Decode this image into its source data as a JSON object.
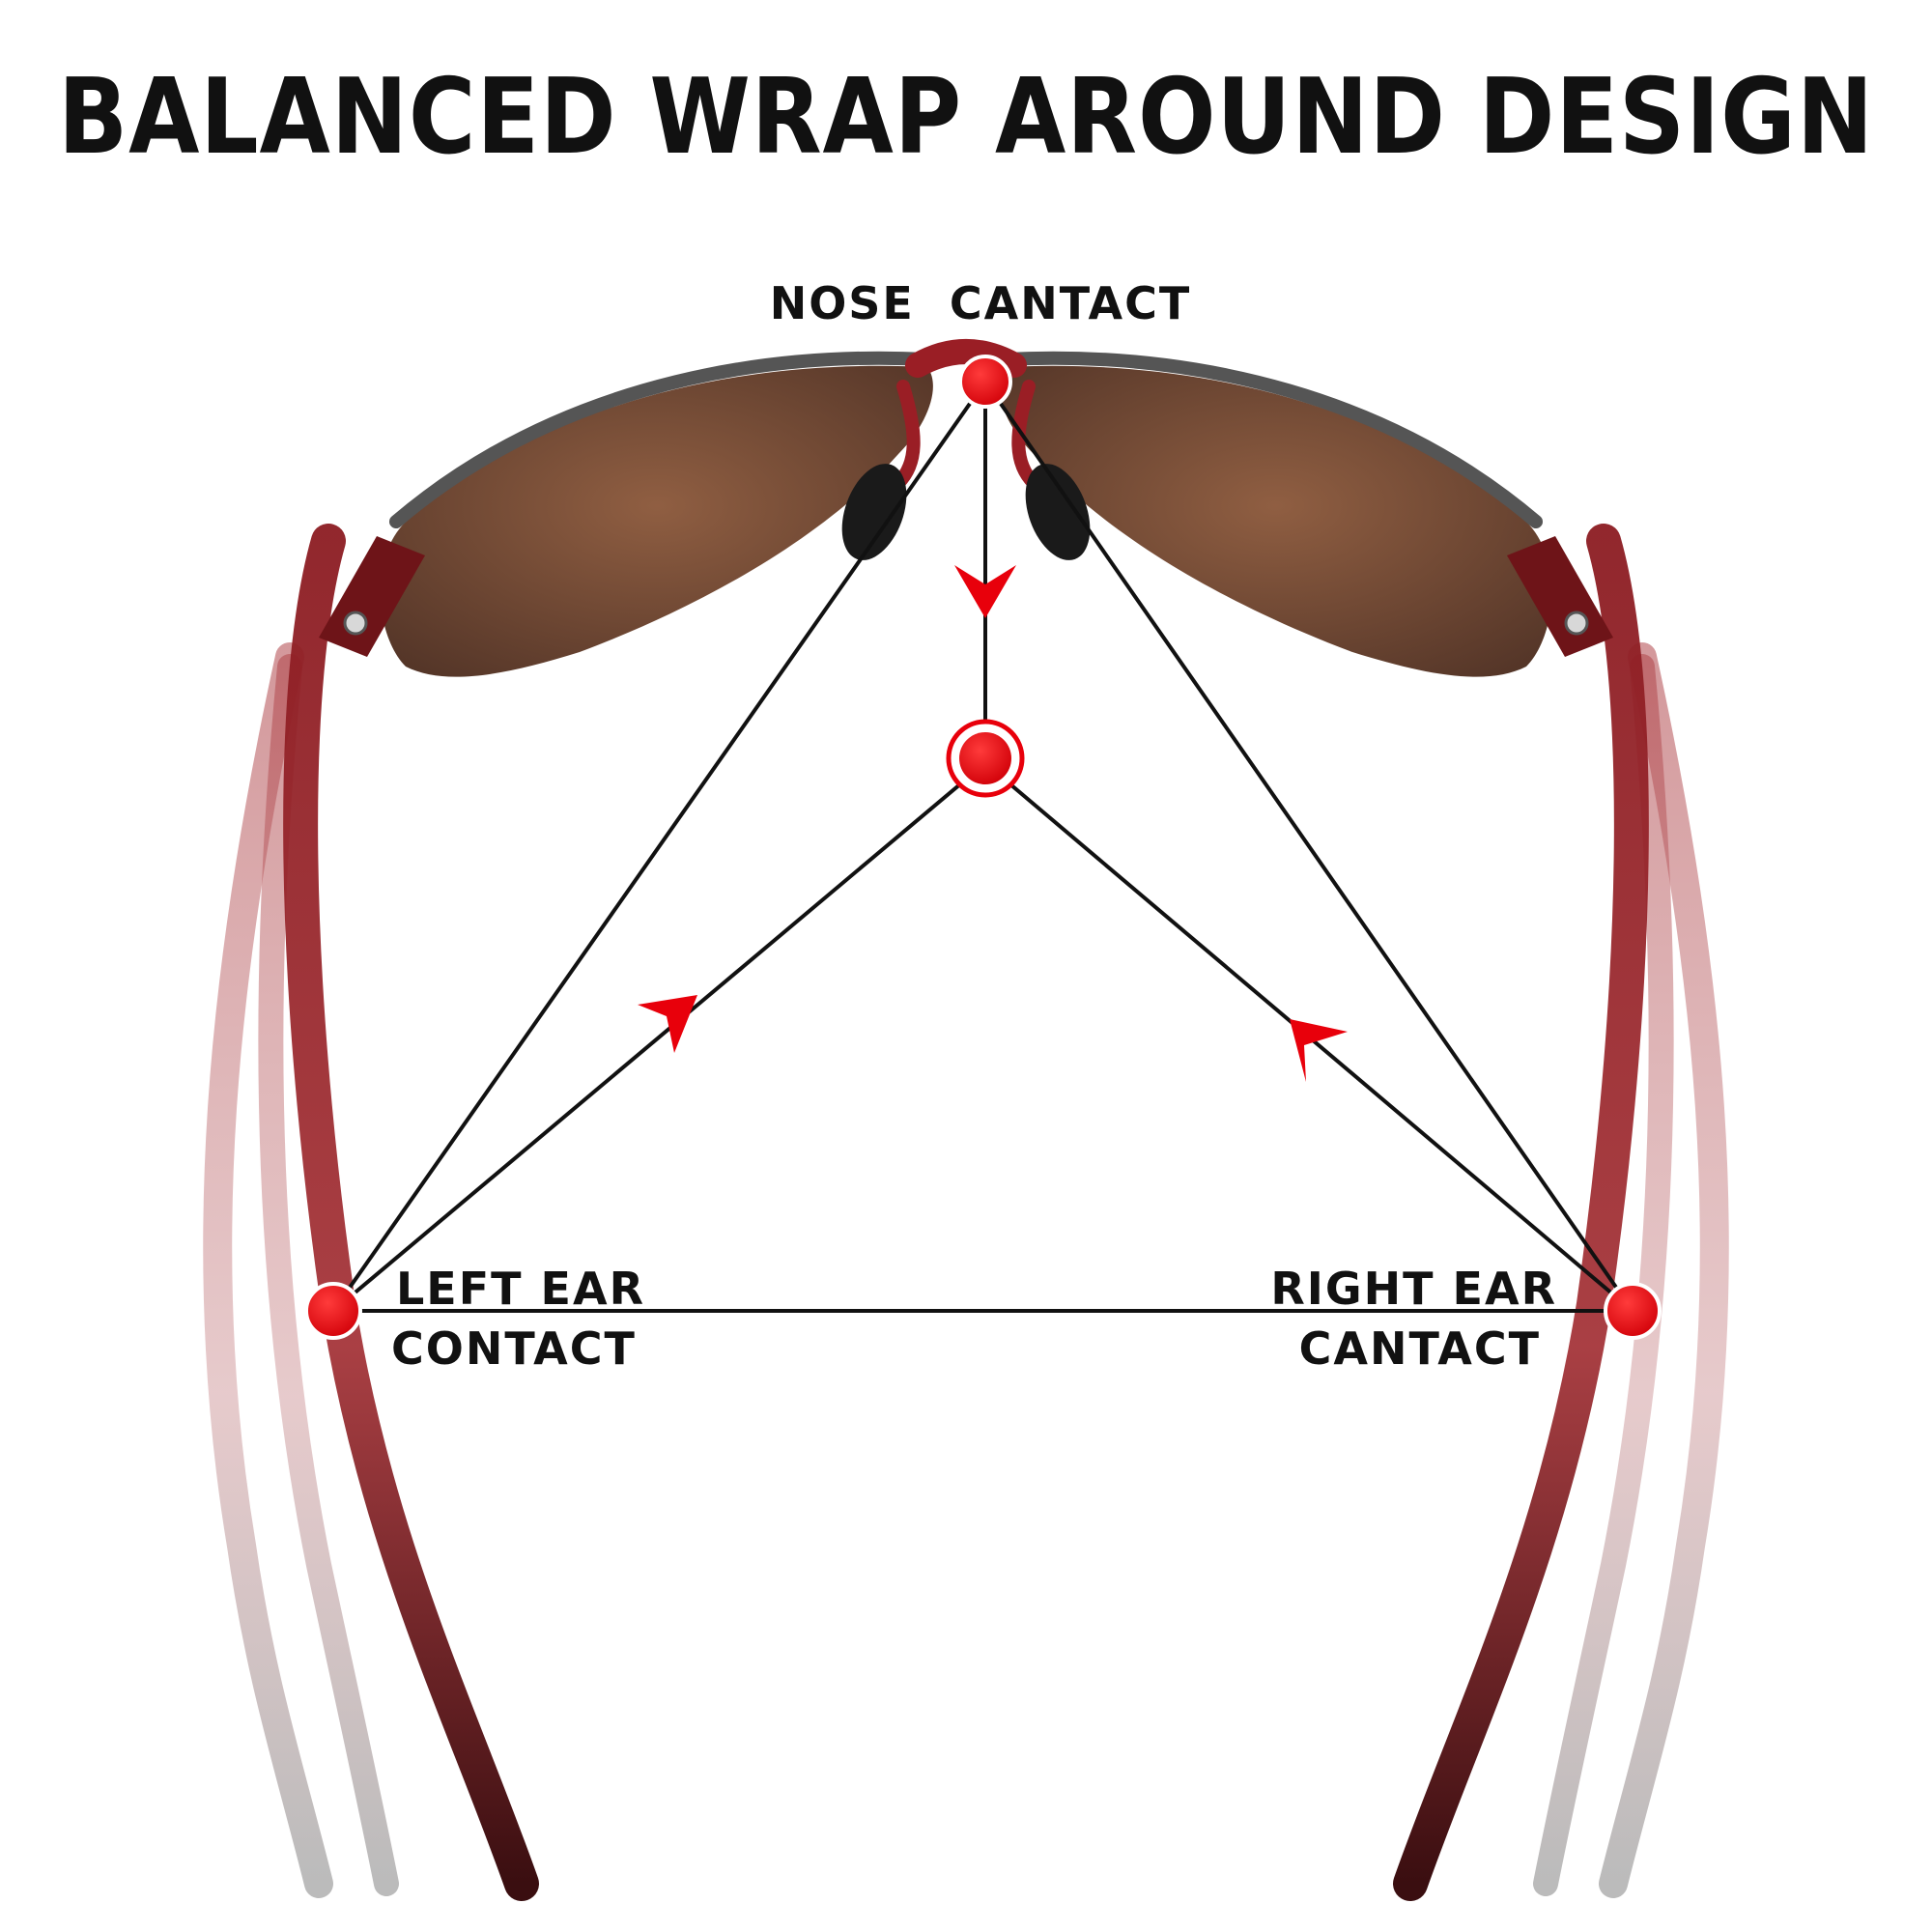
{
  "title": "BALANCED WRAP AROUND DESIGN",
  "labels": {
    "nose": "NOSE  CANTACT",
    "left_ear_line1": "LEFT EAR",
    "left_ear_line2": "CONTACT",
    "right_ear_line1": "RIGHT EAR",
    "right_ear_line2": "CANTACT"
  },
  "colors": {
    "accent": "#e8000b",
    "frame": "#8c1c22",
    "lens": "#6a3e2a",
    "line": "#111111"
  }
}
